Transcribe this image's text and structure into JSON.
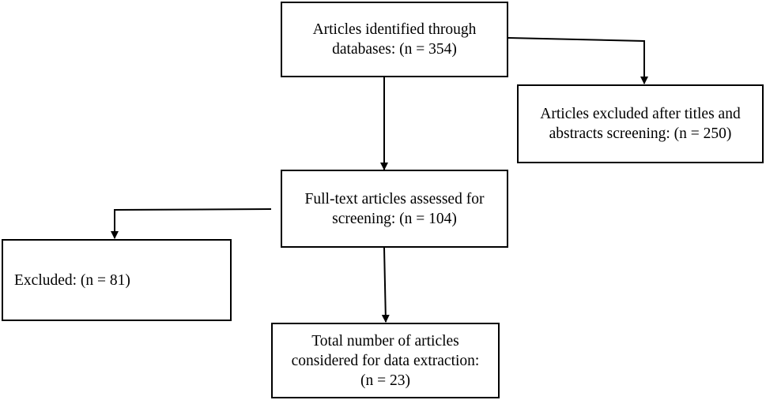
{
  "boxes": {
    "identified": {
      "lines": [
        "Articles identified through",
        "databases: (n = 354)"
      ]
    },
    "excluded_titles": {
      "lines": [
        "Articles excluded after titles and",
        "abstracts screening: (n = 250)"
      ]
    },
    "fulltext": {
      "lines": [
        "Full-text articles assessed for",
        "screening: (n = 104)"
      ]
    },
    "excluded": {
      "lines": [
        "Excluded: (n = 81)"
      ]
    },
    "total": {
      "lines": [
        "Total number of articles",
        "considered for data extraction:",
        "(n = 23)"
      ]
    }
  },
  "colors": {
    "stroke": "#000000",
    "background": "#ffffff"
  }
}
